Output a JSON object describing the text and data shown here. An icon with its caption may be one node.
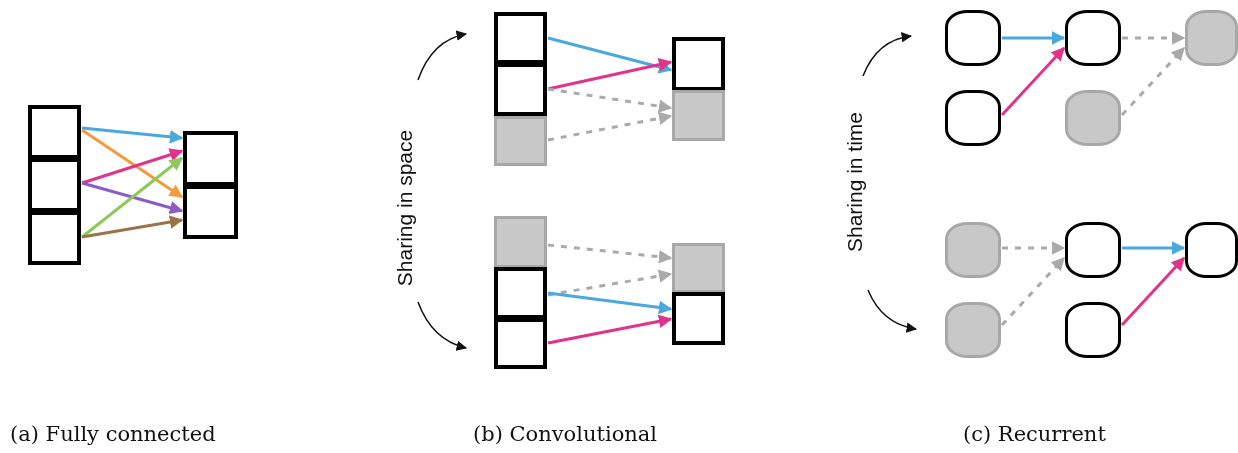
{
  "diagram": {
    "nodes": [
      {
        "text": [],
        "shape": "box"
      },
      {
        "text": [],
        "shape": "box"
      },
      {
        "text": [],
        "shape": "box"
      },
      {
        "text": [],
        "shape": "box"
      },
      {
        "text": [],
        "shape": "box"
      },
      {
        "text": [],
        "shape": "box"
      },
      {
        "text": [],
        "shape": "box"
      },
      {
        "text": [],
        "shape": "box"
      },
      {
        "text": [],
        "shape": "box"
      },
      {
        "text": [],
        "shape": "box"
      },
      {
        "text": [],
        "shape": "box"
      },
      {
        "text": [],
        "shape": "box"
      },
      {
        "text": [],
        "shape": "box"
      },
      {
        "text": [],
        "shape": "box"
      },
      {
        "text": [],
        "shape": "box"
      },
      {
        "text": [],
        "shape": "capsule"
      },
      {
        "text": [],
        "shape": "capsule"
      },
      {
        "text": [],
        "shape": "capsule"
      },
      {
        "text": [],
        "shape": "capsule"
      },
      {
        "text": [],
        "shape": "capsule"
      },
      {
        "text": [],
        "shape": "capsule"
      },
      {
        "text": [],
        "shape": "capsule"
      },
      {
        "text": [],
        "shape": "capsule"
      },
      {
        "text": [],
        "shape": "capsule"
      },
      {
        "text": [],
        "shape": "capsule"
      }
    ],
    "edges": [
      {
        "from": 0,
        "to": 3,
        "arrow": "to",
        "color": "#4aa8dc"
      },
      {
        "from": 0,
        "to": 4,
        "arrow": "to",
        "color": "#f39a3a"
      },
      {
        "from": 1,
        "to": 3,
        "arrow": "to",
        "color": "#e0338a"
      },
      {
        "from": 1,
        "to": 4,
        "arrow": "to",
        "color": "#8a5cc4"
      },
      {
        "from": 2,
        "to": 3,
        "arrow": "to",
        "color": "#8cc85a"
      },
      {
        "from": 2,
        "to": 4,
        "arrow": "to",
        "color": "#9a7448"
      },
      {
        "from": 5,
        "to": 8,
        "arrow": "to",
        "color": "#4aa8dc"
      },
      {
        "from": 6,
        "to": 8,
        "arrow": "to",
        "color": "#e0338a"
      },
      {
        "from": 6,
        "to": 9,
        "arrow": "to",
        "style": "dashed",
        "color": "#aaaaaa"
      },
      {
        "from": 7,
        "to": 9,
        "arrow": "to",
        "style": "dashed",
        "color": "#aaaaaa"
      },
      {
        "from": 10,
        "to": 13,
        "arrow": "to",
        "style": "dashed",
        "color": "#aaaaaa"
      },
      {
        "from": 11,
        "to": 13,
        "arrow": "to",
        "style": "dashed",
        "color": "#aaaaaa"
      },
      {
        "from": 11,
        "to": 14,
        "arrow": "to",
        "color": "#4aa8dc"
      },
      {
        "from": 12,
        "to": 14,
        "arrow": "to",
        "color": "#e0338a"
      },
      {
        "from": 15,
        "to": 16,
        "arrow": "to",
        "color": "#4aa8dc"
      },
      {
        "from": 18,
        "to": 16,
        "arrow": "to",
        "color": "#e0338a"
      },
      {
        "from": 16,
        "to": 17,
        "arrow": "to",
        "style": "dashed",
        "color": "#aaaaaa"
      },
      {
        "from": 19,
        "to": 17,
        "arrow": "to",
        "style": "dashed",
        "color": "#aaaaaa"
      },
      {
        "from": 20,
        "to": 21,
        "arrow": "to",
        "style": "dashed",
        "color": "#aaaaaa"
      },
      {
        "from": 23,
        "to": 21,
        "arrow": "to",
        "style": "dashed",
        "color": "#aaaaaa"
      },
      {
        "from": 21,
        "to": 22,
        "arrow": "to",
        "color": "#4aa8dc"
      },
      {
        "from": 24,
        "to": 22,
        "arrow": "to",
        "color": "#e0338a"
      }
    ],
    "labels": [
      "Sharing in space",
      "Sharing in time",
      "(a) Fully connected",
      "(b) Convolutional",
      "(c) Recurrent"
    ]
  }
}
